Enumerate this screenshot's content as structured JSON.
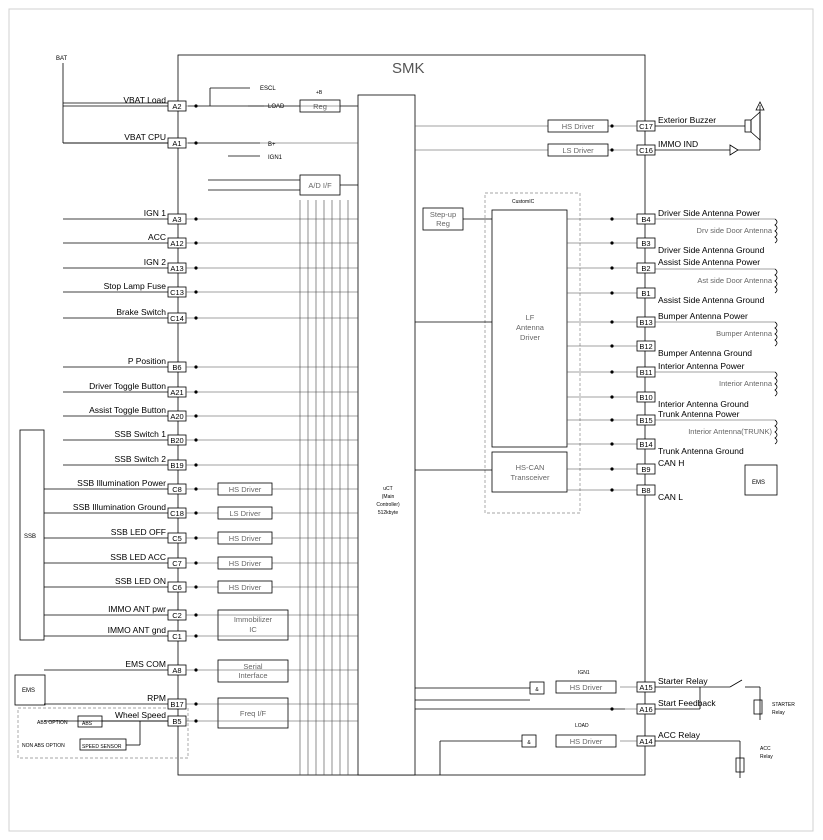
{
  "module_title": "SMK",
  "mcu": {
    "line1": "uCT",
    "line2": "(Main",
    "line3": "Controller)",
    "line4": "512kbyte"
  },
  "custom_ic": {
    "title": "CustomIC",
    "driver_line1": "LF",
    "driver_line2": "Antenna",
    "driver_line3": "Driver"
  },
  "hs_can": {
    "line1": "HS-CAN",
    "line2": "Transceiver"
  },
  "stepup": {
    "line1": "Step-up",
    "line2": "Reg"
  },
  "reg": "Reg",
  "adif": "A/D I/F",
  "immobilizer": {
    "line1": "Immobilizer",
    "line2": "IC"
  },
  "serial": {
    "line1": "Serial",
    "line2": "Interface"
  },
  "freq": "Freq I/F",
  "internal_labels": {
    "escl": "ESCL",
    "load": "LOAD",
    "bplus": "B+",
    "ign1": "IGN1",
    "plus_b": "+B",
    "ign1_top": "IGN1",
    "load_top": "LOAD",
    "amp": "&"
  },
  "bat": "BAT",
  "ssb": "SSB",
  "ems": "EMS",
  "abs_option": "ABS OPTION",
  "abs": "ABS",
  "non_abs_option": "NON ABS OPTION",
  "speed_sensor": "SPEED SENSOR",
  "left_pins": [
    {
      "label": "VBAT Load",
      "pin": "A2"
    },
    {
      "label": "VBAT CPU",
      "pin": "A1"
    },
    {
      "label": "IGN 1",
      "pin": "A3"
    },
    {
      "label": "ACC",
      "pin": "A12"
    },
    {
      "label": "IGN 2",
      "pin": "A13"
    },
    {
      "label": "Stop Lamp Fuse",
      "pin": "C13"
    },
    {
      "label": "Brake Switch",
      "pin": "C14"
    },
    {
      "label": "P Position",
      "pin": "B6"
    },
    {
      "label": "Driver Toggle Button",
      "pin": "A21"
    },
    {
      "label": "Assist Toggle Button",
      "pin": "A20"
    },
    {
      "label": "SSB Switch 1",
      "pin": "B20"
    },
    {
      "label": "SSB Switch 2",
      "pin": "B19"
    },
    {
      "label": "SSB Illumination Power",
      "pin": "C8"
    },
    {
      "label": "SSB Illumination Ground",
      "pin": "C18"
    },
    {
      "label": "SSB LED OFF",
      "pin": "C5"
    },
    {
      "label": "SSB LED ACC",
      "pin": "C7"
    },
    {
      "label": "SSB LED ON",
      "pin": "C6"
    },
    {
      "label": "IMMO ANT pwr",
      "pin": "C2"
    },
    {
      "label": "IMMO ANT gnd",
      "pin": "C1"
    },
    {
      "label": "EMS COM",
      "pin": "A8"
    },
    {
      "label": "RPM",
      "pin": "B17"
    },
    {
      "label": "Wheel Speed",
      "pin": "B5"
    }
  ],
  "left_drivers": [
    "HS Driver",
    "LS Driver",
    "HS Driver",
    "HS Driver",
    "HS Driver"
  ],
  "right_pins": [
    {
      "label": "Exterior Buzzer",
      "pin": "C17"
    },
    {
      "label": "IMMO IND",
      "pin": "C16"
    },
    {
      "label": "Driver Side Antenna Power",
      "pin": "B4"
    },
    {
      "label": "Driver Side Antenna Ground",
      "pin": "B3"
    },
    {
      "label": "Assist Side Antenna Power",
      "pin": "B2"
    },
    {
      "label": "Assist Side Antenna Ground",
      "pin": "B1"
    },
    {
      "label": "Bumper Antenna Power",
      "pin": "B13"
    },
    {
      "label": "Bumper Antenna Ground",
      "pin": "B12"
    },
    {
      "label": "Interior Antenna Power",
      "pin": "B11"
    },
    {
      "label": "Interior Antenna Ground",
      "pin": "B10"
    },
    {
      "label": "Trunk Antenna Power",
      "pin": "B15"
    },
    {
      "label": "Trunk Antenna Ground",
      "pin": "B14"
    },
    {
      "label": "CAN H",
      "pin": "B9"
    },
    {
      "label": "CAN L",
      "pin": "B8"
    },
    {
      "label": "Starter Relay",
      "pin": "A15"
    },
    {
      "label": "Start Feedback",
      "pin": "A16"
    },
    {
      "label": "ACC Relay",
      "pin": "A14"
    }
  ],
  "right_drivers": [
    "HS Driver",
    "LS Driver",
    "HS Driver",
    "HS Driver"
  ],
  "antennas": [
    "Drv side Door Antenna",
    "Ast side Door Antenna",
    "Bumper Antenna",
    "Interior Antenna",
    "Interior Antenna(TRUNK)"
  ],
  "starter_relay": {
    "line1": "STARTER",
    "line2": "Relay"
  },
  "acc_relay": {
    "line1": "ACC",
    "line2": "Relay"
  }
}
